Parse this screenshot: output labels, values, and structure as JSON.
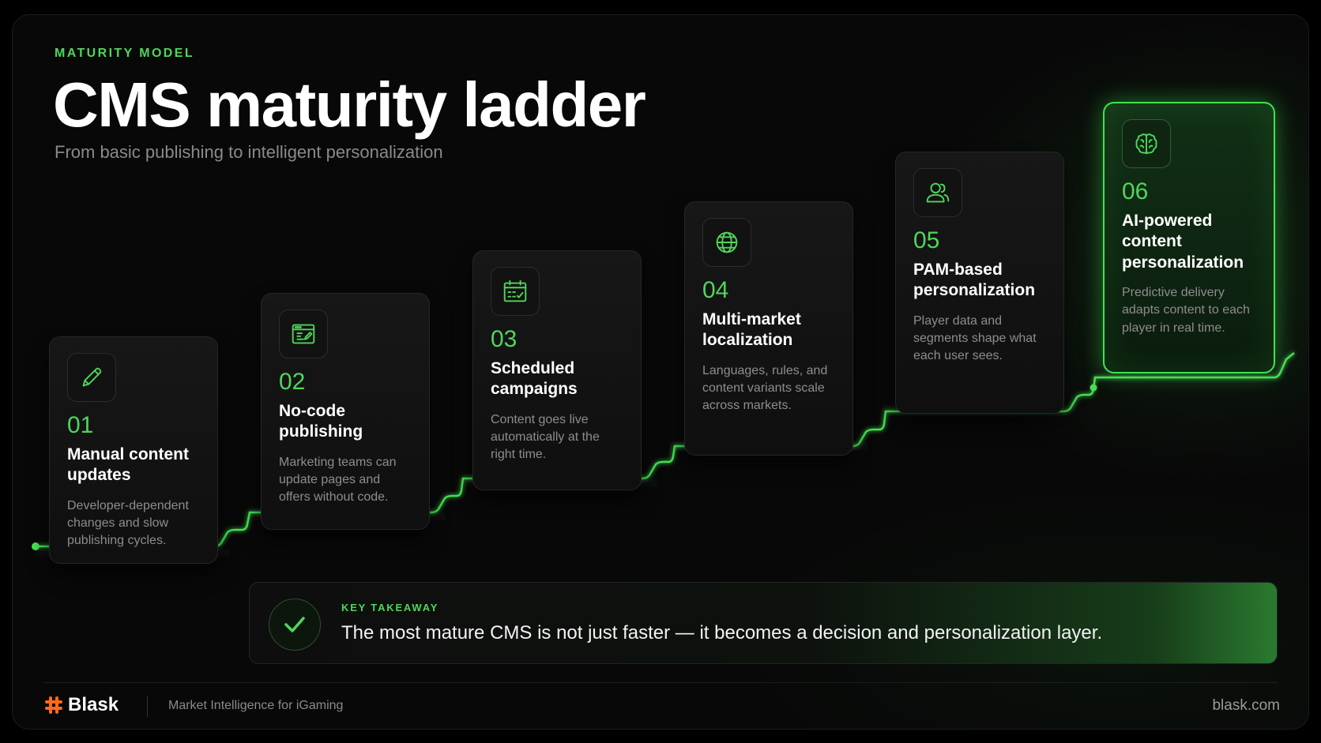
{
  "header": {
    "eyebrow": "MATURITY MODEL",
    "title": "CMS maturity ladder",
    "subtitle": "From basic publishing to intelligent personalization"
  },
  "steps": [
    {
      "number": "01",
      "title": "Manual content updates",
      "description": "Developer-dependent changes and slow publishing cycles.",
      "icon": "pencil-icon"
    },
    {
      "number": "02",
      "title": "No-code publishing",
      "description": "Marketing teams can update pages and offers without code.",
      "icon": "browser-edit-icon"
    },
    {
      "number": "03",
      "title": "Scheduled campaigns",
      "description": "Content goes live automatically at the right time.",
      "icon": "calendar-icon"
    },
    {
      "number": "04",
      "title": "Multi-market localization",
      "description": "Languages, rules, and content variants scale across markets.",
      "icon": "globe-icon"
    },
    {
      "number": "05",
      "title": "PAM-based personalization",
      "description": "Player data and segments shape what each user sees.",
      "icon": "users-icon"
    },
    {
      "number": "06",
      "title": "AI-powered content personalization",
      "description": "Predictive delivery adapts content to each player in real time.",
      "icon": "brain-icon"
    }
  ],
  "takeaway": {
    "label": "KEY TAKEAWAY",
    "text": "The most mature CMS is not just faster — it becomes a decision and personalization layer.",
    "icon": "check-icon"
  },
  "footer": {
    "brand": "Blask",
    "tagline": "Market Intelligence for iGaming",
    "site": "blask.com"
  },
  "colors": {
    "accent": "#4fd65a",
    "background": "#080808",
    "brand_orange": "#ff6a1a"
  }
}
